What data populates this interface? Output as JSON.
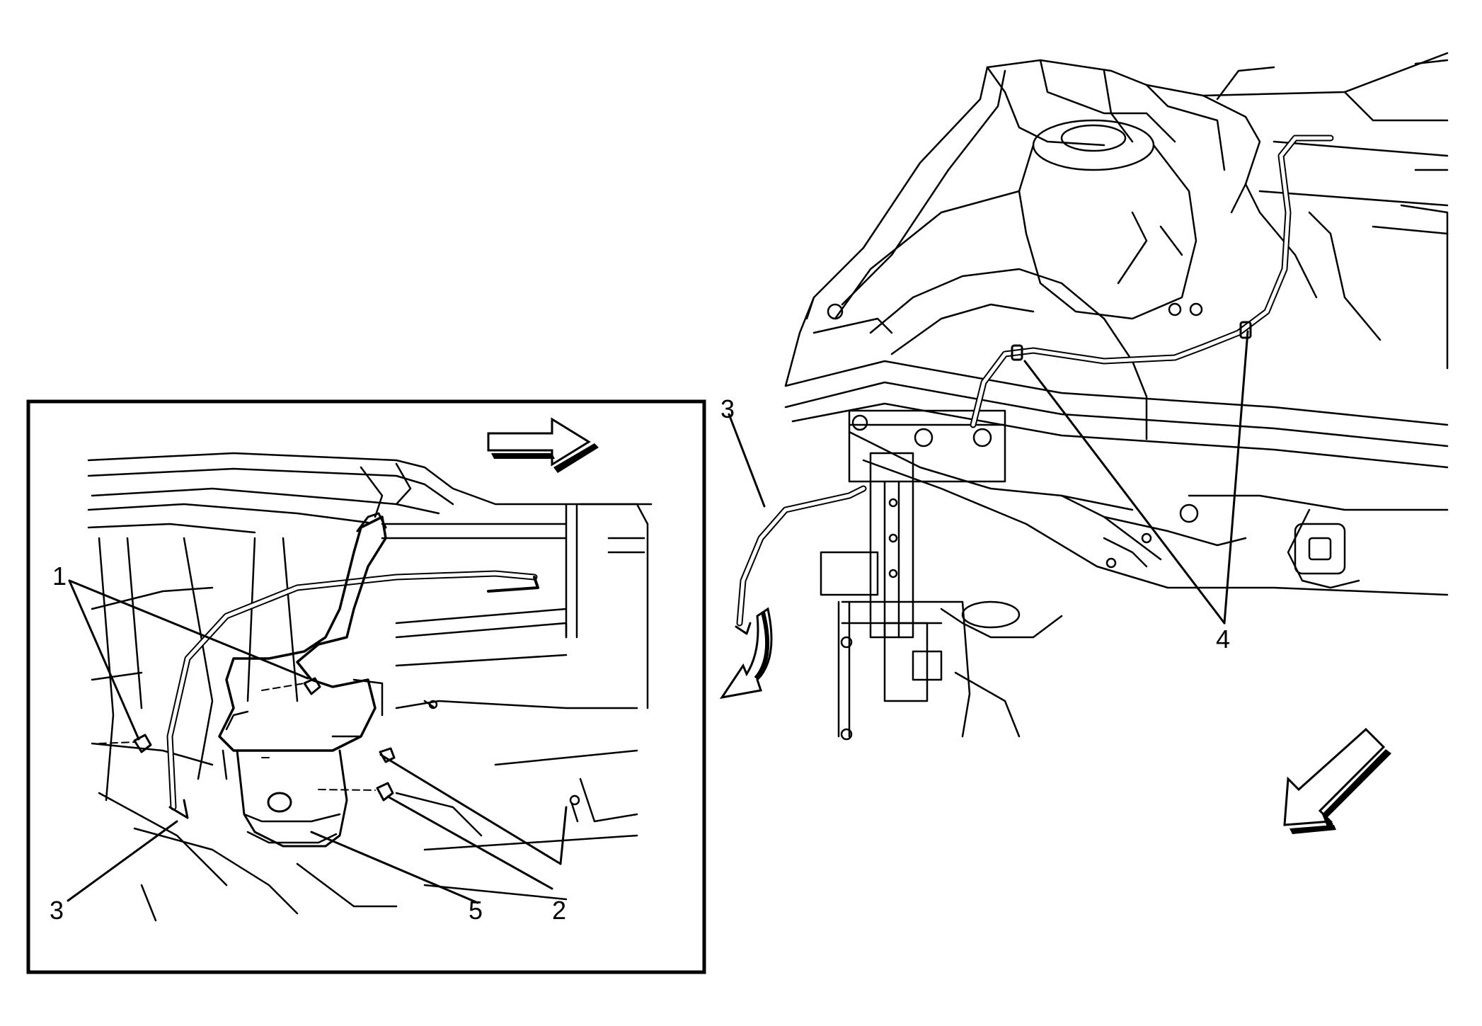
{
  "figure": {
    "description_free": true,
    "callouts": [
      "1",
      "2",
      "3",
      "4",
      "5",
      "3"
    ],
    "colors": {
      "ink": "#000000",
      "paper": "#ffffff"
    },
    "icons": [
      "direction-arrow-right-icon",
      "direction-arrow-down-left-icon",
      "rotation-arrow-icon"
    ]
  }
}
